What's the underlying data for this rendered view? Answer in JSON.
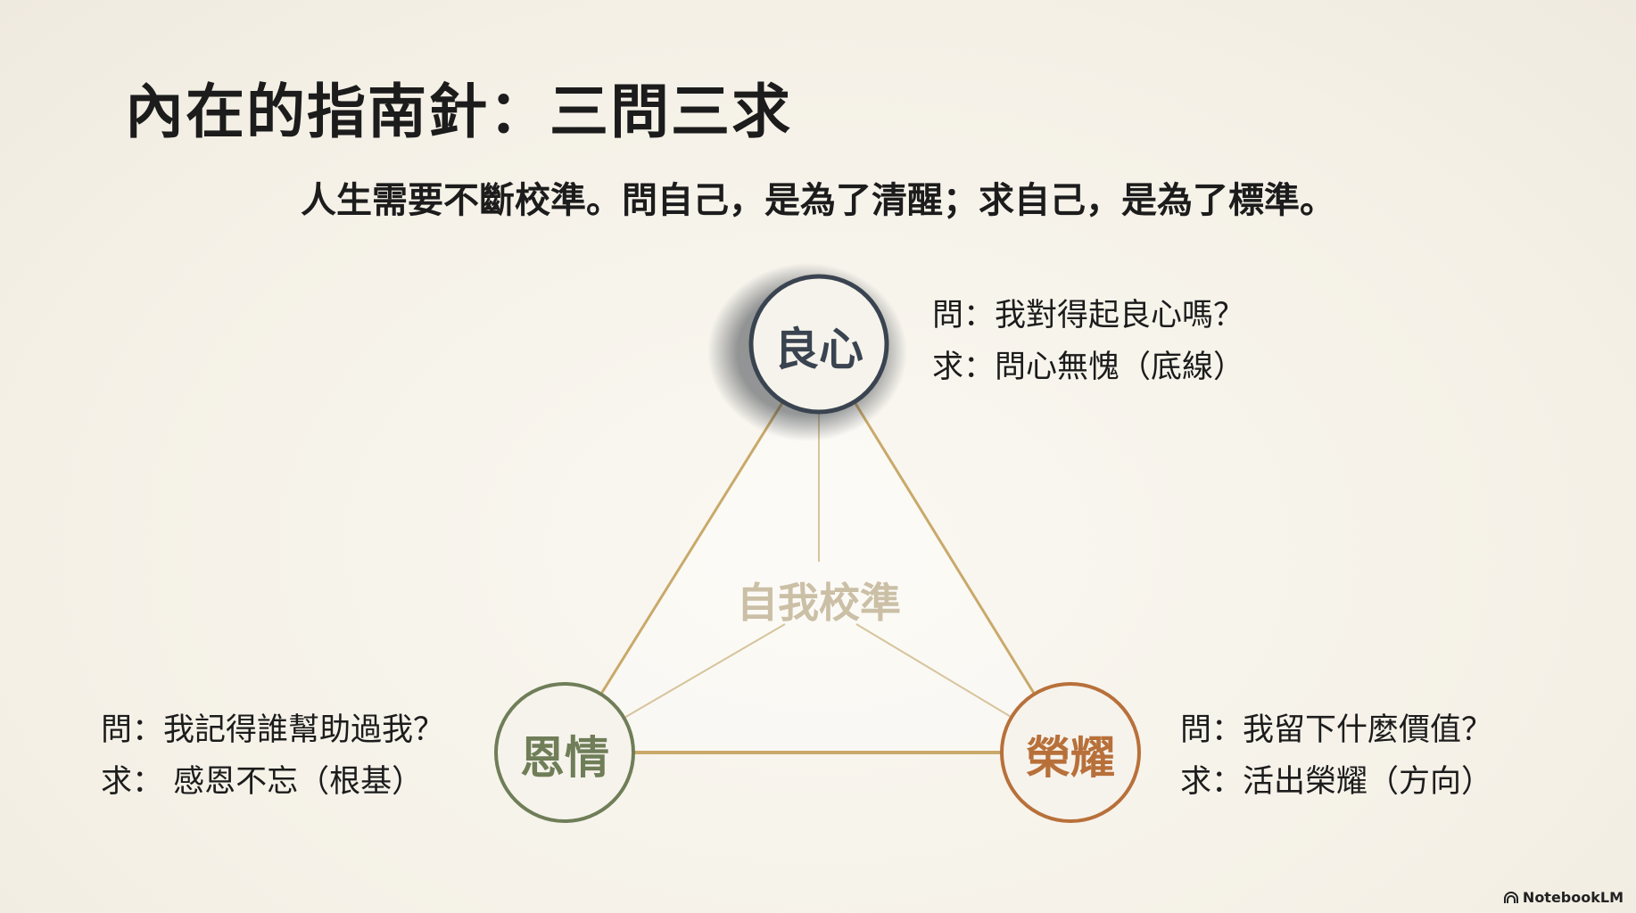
{
  "title": "內在的指南針：三問三求",
  "subtitle": "人生需要不斷校準。問自己，是為了清醒；求自己，是為了標準。",
  "center_label": "自我校準",
  "nodes": {
    "conscience": {
      "label": "良心",
      "ask": "問：我對得起良心嗎？",
      "seek": "求：問心無愧（底線）",
      "color": "#3a4450"
    },
    "gratitude": {
      "label": "恩情",
      "ask": "問：我記得誰幫助過我？",
      "seek": "求： 感恩不忘（根基）",
      "color": "#6f7e58"
    },
    "glory": {
      "label": "榮耀",
      "ask": "問：我留下什麼價值？",
      "seek": "求：活出榮耀（方向）",
      "color": "#b8703a"
    }
  },
  "brand": "NotebookLM"
}
